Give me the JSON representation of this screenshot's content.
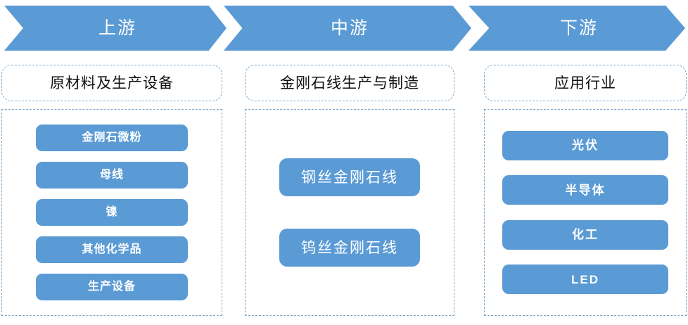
{
  "diagram": {
    "type": "value-chain",
    "stages": [
      {
        "arrow_label": "上游",
        "header": "原材料及生产设备",
        "items": [
          {
            "label": "金刚石微粉"
          },
          {
            "label": "母线"
          },
          {
            "label": "镍"
          },
          {
            "label": "其他化学品"
          },
          {
            "label": "生产设备"
          }
        ]
      },
      {
        "arrow_label": "中游",
        "header": "金刚石线生产与制造",
        "items": [
          {
            "label": "钢丝金刚石线"
          },
          {
            "label": "钨丝金刚石线"
          }
        ]
      },
      {
        "arrow_label": "下游",
        "header": "应用行业",
        "items": [
          {
            "label": "光伏"
          },
          {
            "label": "半导体"
          },
          {
            "label": "化工"
          },
          {
            "label": "LED"
          }
        ]
      }
    ]
  },
  "colors": {
    "accent_blue": "#5B9BD5",
    "dashed_border": "#7FA6C8",
    "arrow_text": "#FFFFFF",
    "header_text": "#111111",
    "background": "#FFFFFF"
  }
}
